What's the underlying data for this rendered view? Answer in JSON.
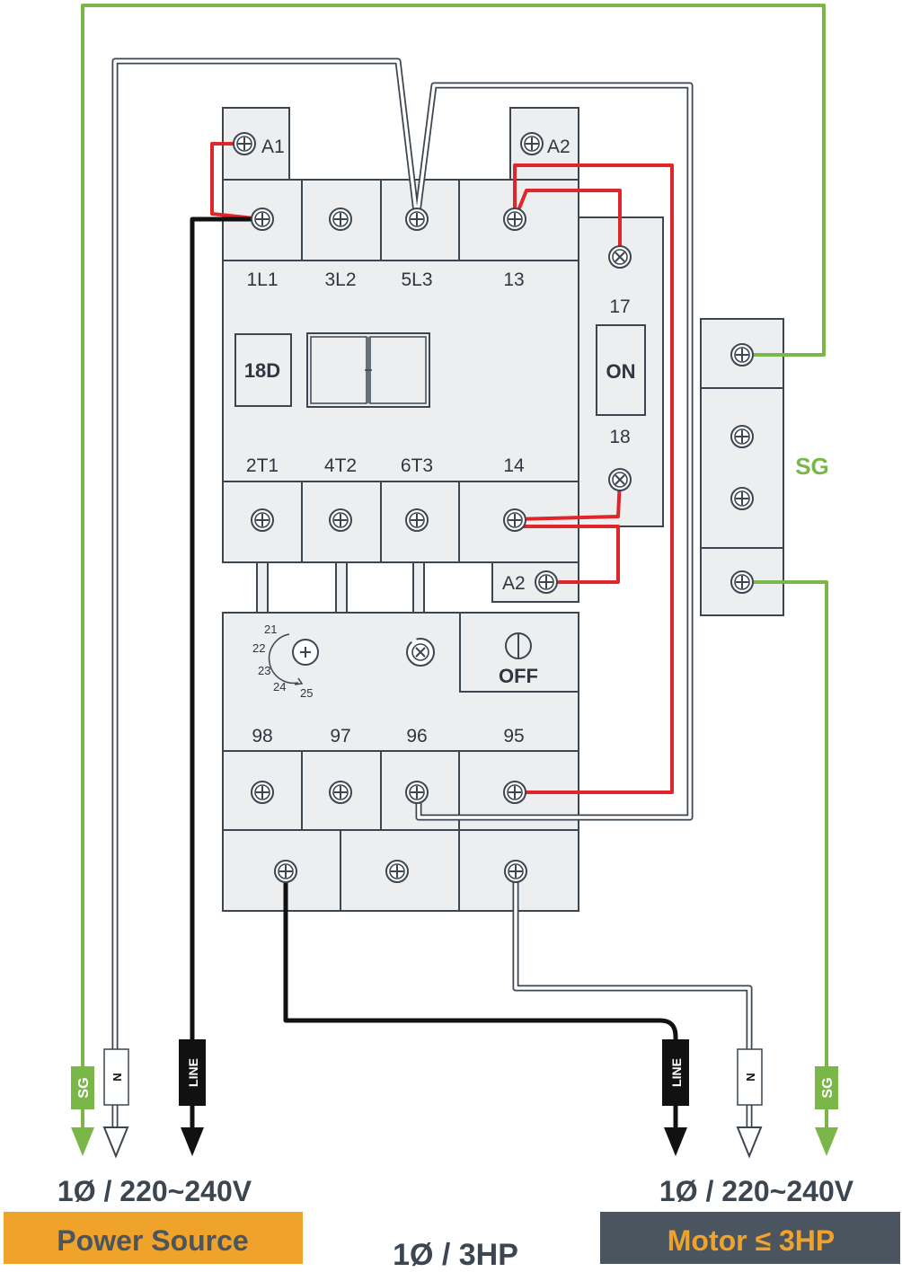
{
  "contactor": {
    "coil_a1": "A1",
    "coil_a2": "A2",
    "line_terminals": [
      "1L1",
      "3L2",
      "5L3",
      "13"
    ],
    "load_terminals": [
      "2T1",
      "4T2",
      "6T3",
      "14"
    ],
    "rating_badge": "18D"
  },
  "push_button": {
    "top_terminal": "17",
    "on_label": "ON",
    "bottom_terminal": "18"
  },
  "overload": {
    "a2_label": "A2",
    "dial_numbers": [
      "21",
      "22",
      "23",
      "24",
      "25"
    ],
    "off_label": "OFF",
    "terminals": [
      "98",
      "97",
      "96",
      "95"
    ]
  },
  "ground_block": {
    "label": "SG"
  },
  "wire_tags": {
    "sg": "SG",
    "neutral": "N",
    "line": "LINE"
  },
  "power_source": {
    "voltage": "1Ø / 220~240V",
    "label": "Power Source"
  },
  "motor": {
    "voltage": "1Ø / 220~240V",
    "label": "Motor ≤ 3HP"
  },
  "rating_center": "1Ø / 3HP",
  "colors": {
    "green_wire": "#7ab648",
    "red_wire": "#e0252b",
    "black_wire": "#111111",
    "block_fill": "#eceef0",
    "block_stroke": "#3c4651",
    "power_source_bg": "#f0a32a",
    "motor_bg": "#4a5560",
    "motor_text": "#f0a32a"
  },
  "icons": [
    "screw-terminal-icon",
    "cross-screw-icon",
    "arrow-down-icon",
    "dial-arrow-icon"
  ]
}
